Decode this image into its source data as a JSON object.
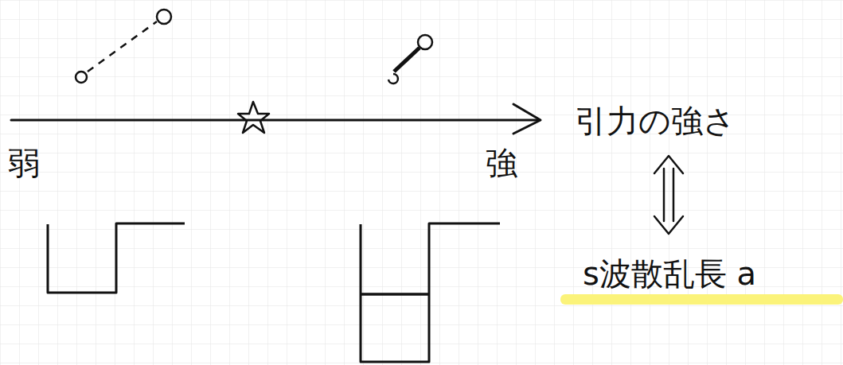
{
  "diagram": {
    "labels": [
      "弱",
      "強",
      "引力の強さ",
      "s波散乱長 a"
    ]
  }
}
